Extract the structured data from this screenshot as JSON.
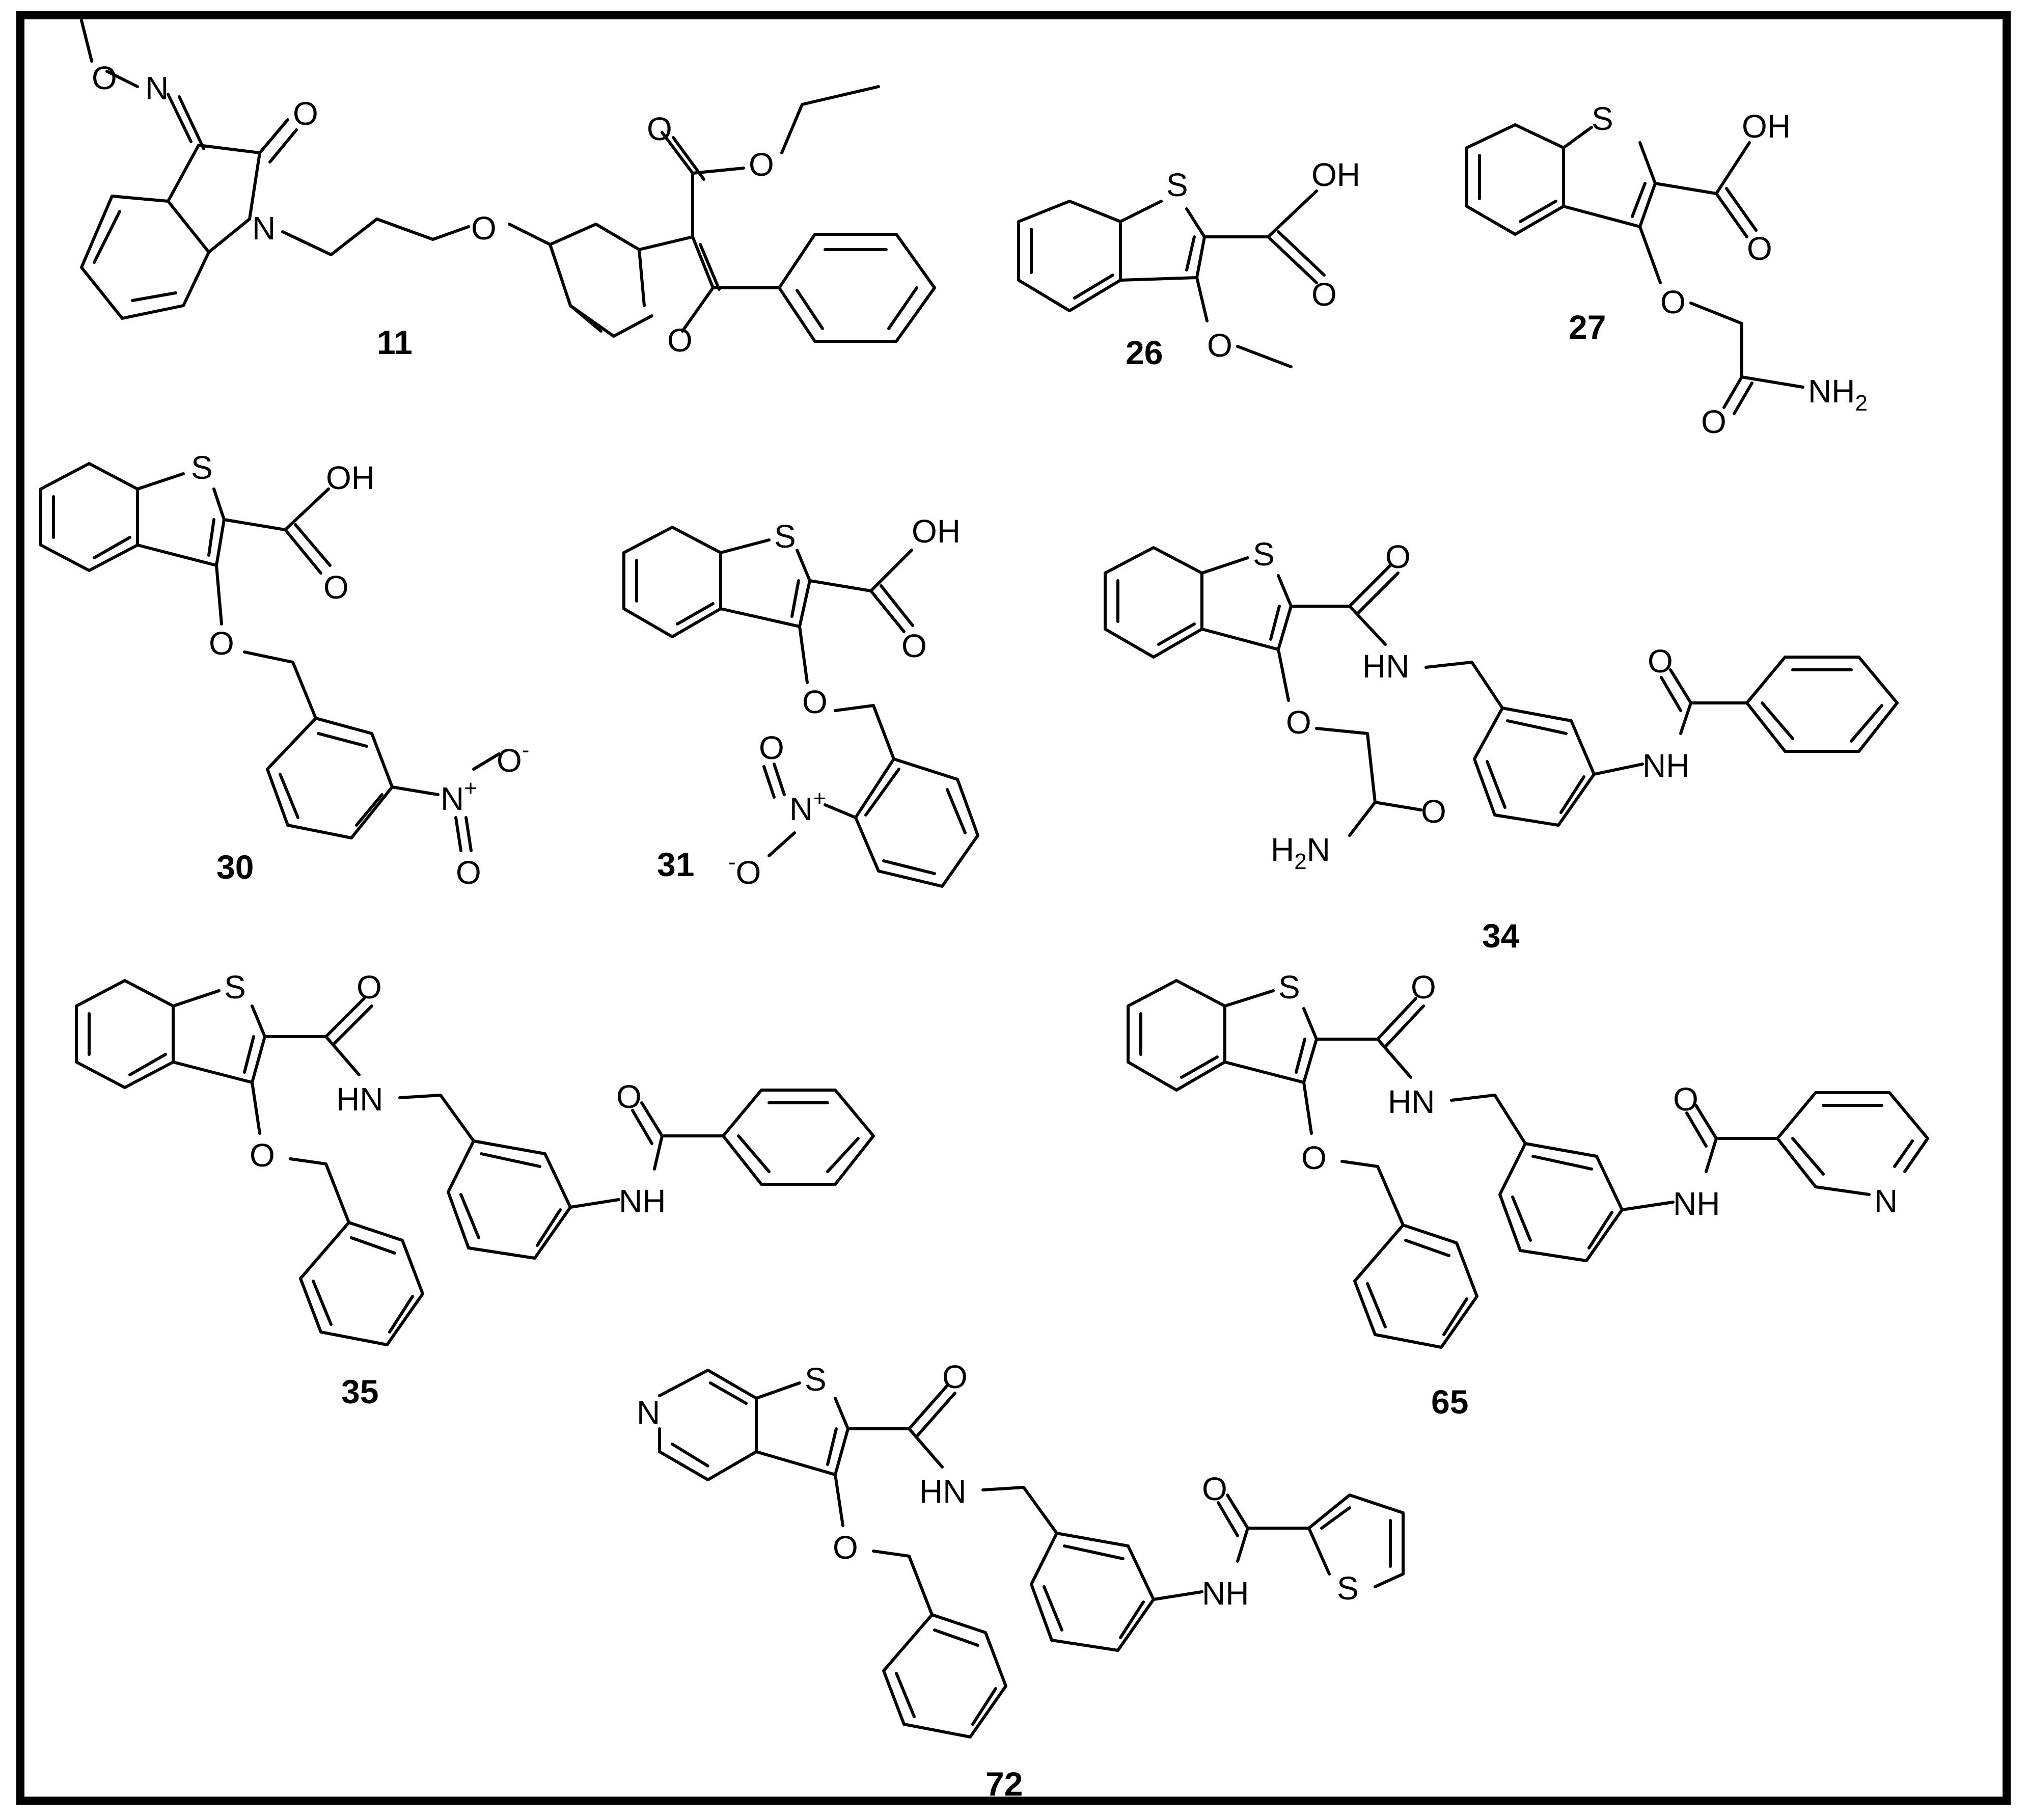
{
  "figure": {
    "frame_color": "#000000",
    "compounds": [
      {
        "id": "11"
      },
      {
        "id": "26"
      },
      {
        "id": "27"
      },
      {
        "id": "30"
      },
      {
        "id": "31"
      },
      {
        "id": "34"
      },
      {
        "id": "35"
      },
      {
        "id": "65"
      },
      {
        "id": "72"
      }
    ],
    "atoms": {
      "O": "O",
      "N": "N",
      "S": "S",
      "OH": "OH",
      "NH": "NH",
      "HN": "HN",
      "NH2": "NH",
      "H2N_H": "H",
      "H2N_N": "N",
      "two": "2",
      "N_plus": "N",
      "plus": "+",
      "minus": "-"
    }
  }
}
